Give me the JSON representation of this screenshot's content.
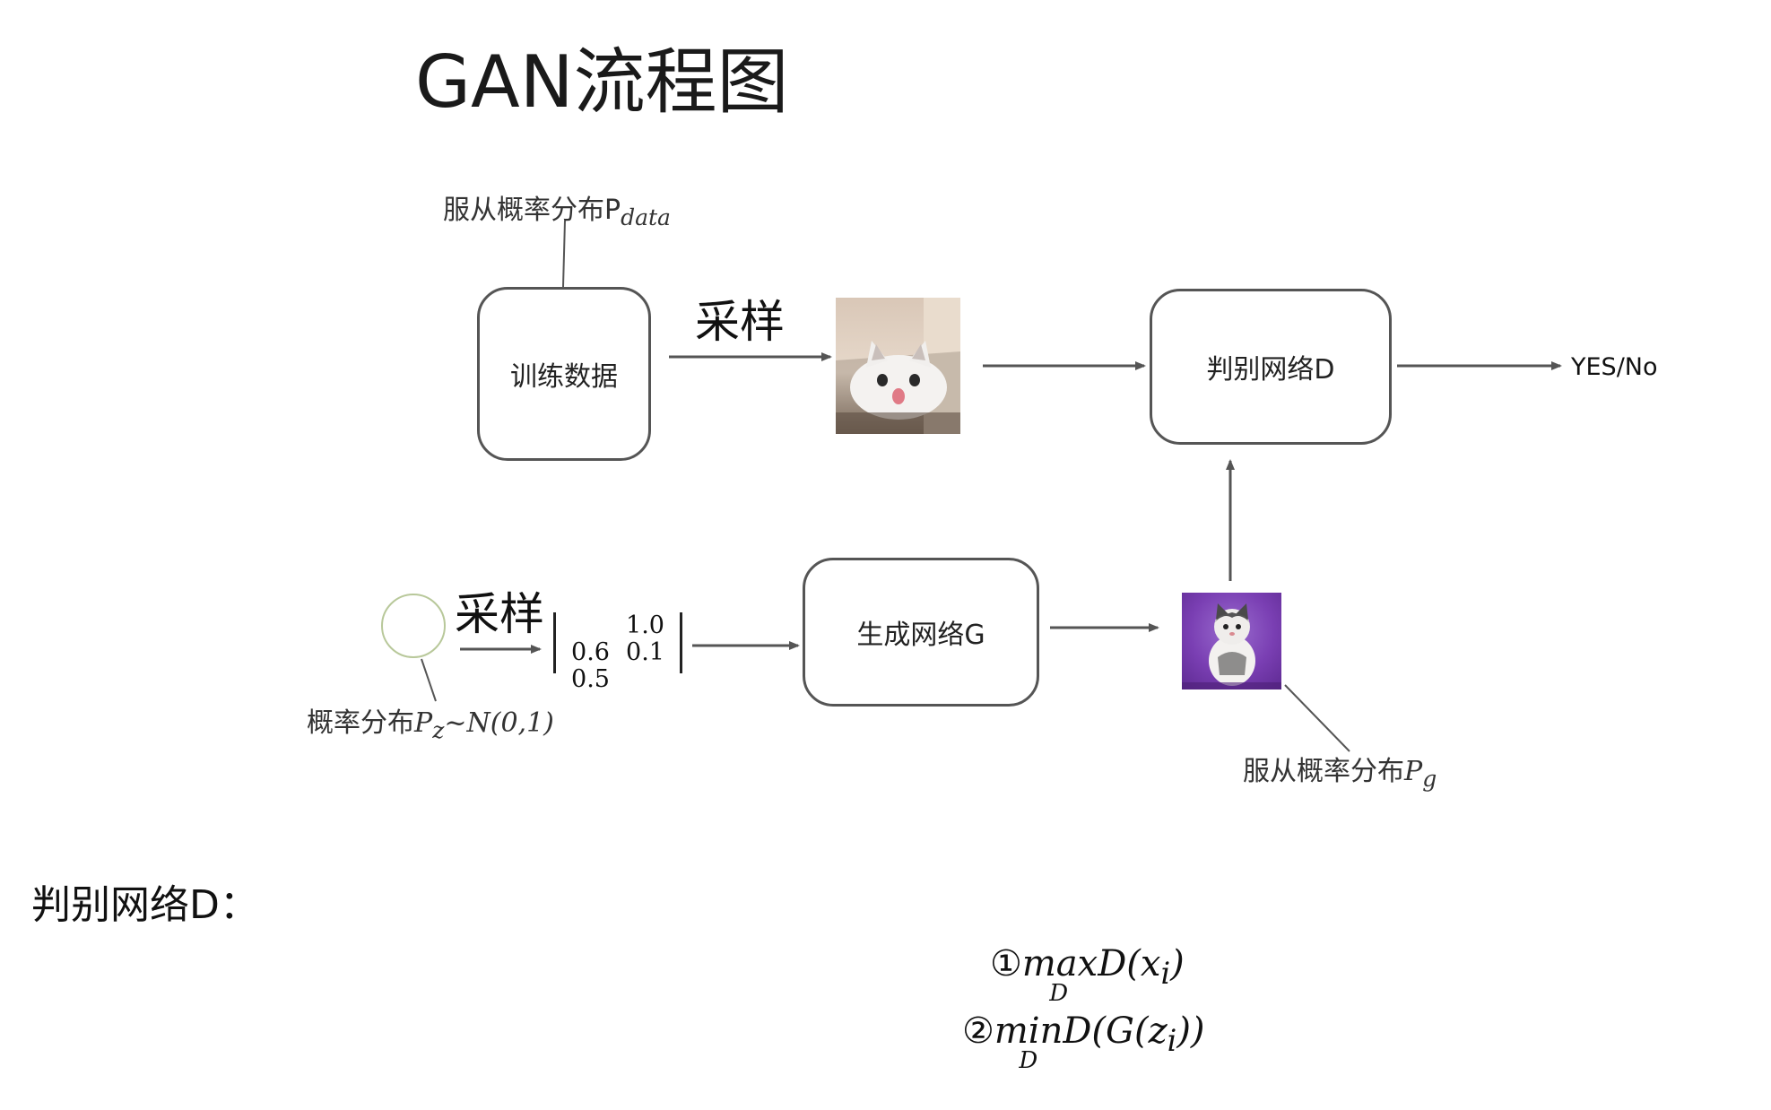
{
  "title": "GAN流程图",
  "nodes": {
    "train_data": "训练数据",
    "discriminator": "判别网络D",
    "generator": "生成网络G"
  },
  "sample_label": "采样",
  "output_label": "YES/No",
  "annotations": {
    "pdata_prefix": "服从概率分布P",
    "pdata_sub": "data",
    "pz_prefix": "概率分布",
    "pz_math": "P",
    "pz_sub": "z",
    "pz_dist": "~N(0,1)",
    "pg_prefix": "服从概率分布",
    "pg_math": "P",
    "pg_sub": "g"
  },
  "matrix": [
    "1.0",
    "0.6",
    "0.1",
    "0.5"
  ],
  "section_heading": "判别网络D：",
  "formulas": {
    "f1_num": "①",
    "f1_op": "max",
    "f1_op_sub": "D",
    "f1_expr": "D(x",
    "f1_sub": "i",
    "f1_close": ")",
    "f2_num": "②",
    "f2_op": "min",
    "f2_op_sub": "D",
    "f2_expr": "D(G(z",
    "f2_sub": "i",
    "f2_close": "))"
  }
}
